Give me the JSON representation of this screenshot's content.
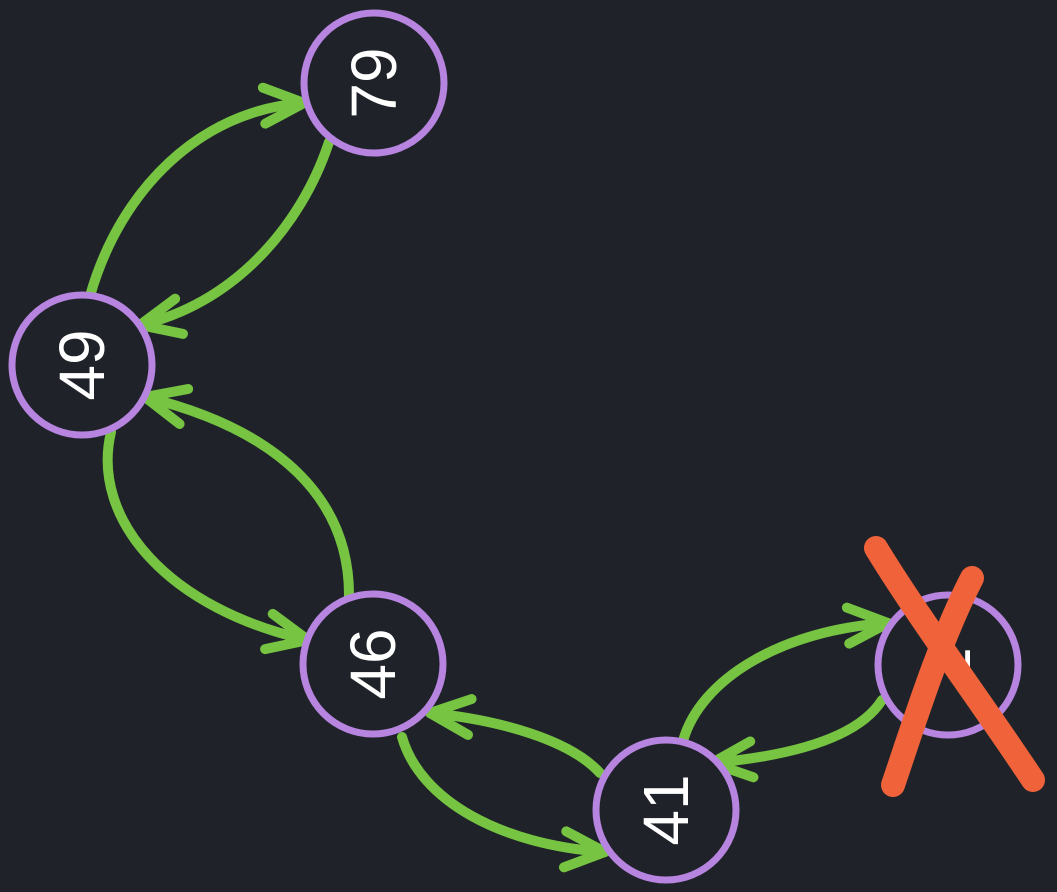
{
  "colors": {
    "background": "#1f2329",
    "node_stroke": "#b784e0",
    "node_fill": "#1f2329",
    "edge": "#76c442",
    "cross": "#f0623a",
    "label": "#ffffff"
  },
  "nodes": [
    {
      "id": "n79",
      "label": "79",
      "crossed": false
    },
    {
      "id": "n49",
      "label": "49",
      "crossed": false
    },
    {
      "id": "n46",
      "label": "46",
      "crossed": false
    },
    {
      "id": "n41",
      "label": "41",
      "crossed": false
    },
    {
      "id": "n2",
      "label": "2",
      "crossed": true
    }
  ],
  "edges": [
    {
      "from": "n49",
      "to": "n79"
    },
    {
      "from": "n79",
      "to": "n49"
    },
    {
      "from": "n46",
      "to": "n49"
    },
    {
      "from": "n49",
      "to": "n46"
    },
    {
      "from": "n41",
      "to": "n46"
    },
    {
      "from": "n46",
      "to": "n41"
    },
    {
      "from": "n41",
      "to": "n2"
    },
    {
      "from": "n2",
      "to": "n41"
    }
  ]
}
